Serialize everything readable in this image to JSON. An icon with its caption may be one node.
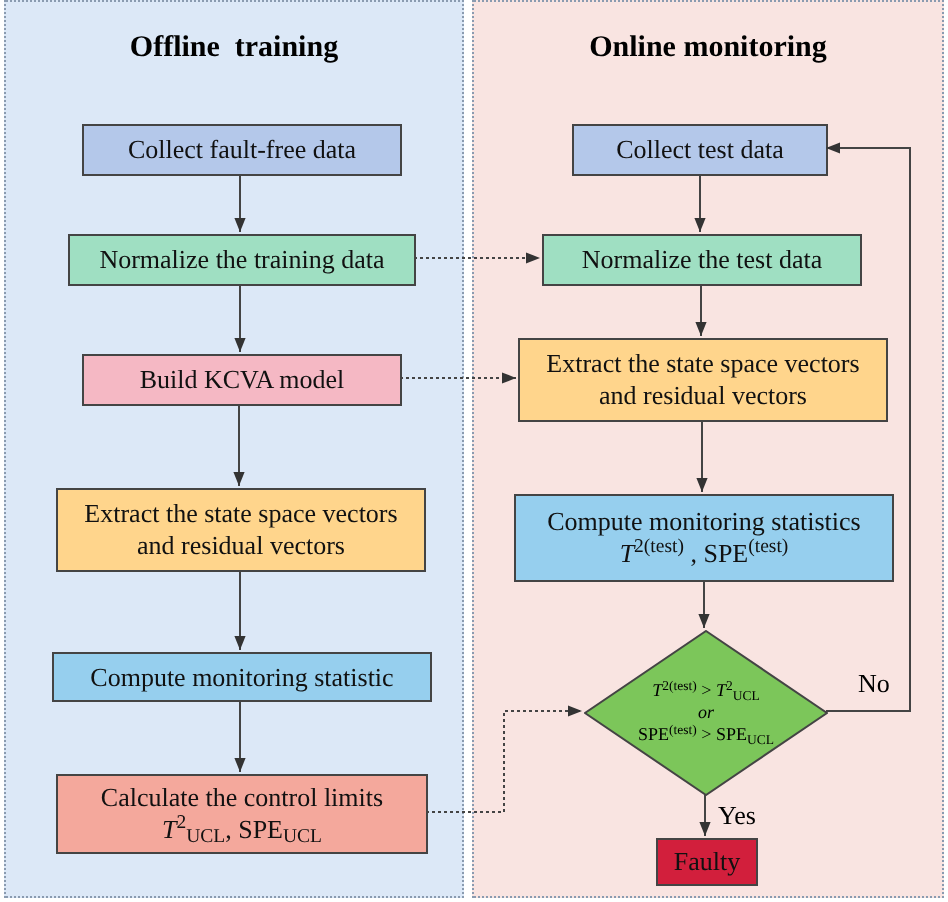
{
  "diagram": {
    "nodes": [
      {
        "text": [
          "Offline  training"
        ]
      },
      {
        "text": [
          "Online monitoring"
        ]
      },
      {
        "text": [
          "Collect fault-free data"
        ],
        "in": 0
      },
      {
        "text": [
          "Normalize the training data"
        ],
        "in": 0
      },
      {
        "text": [
          "Build KCVA model"
        ],
        "in": 0
      },
      {
        "text": [
          "Extract the state space vectors and residual vectors"
        ],
        "in": 0
      },
      {
        "text": [
          "Compute monitoring statistic"
        ],
        "in": 0
      },
      {
        "text": [
          "Calculate the control limits",
          "*T*$^{2}$$_{UCL}$, SPE$_{UCL}$"
        ],
        "in": 0
      },
      {
        "text": [
          "Collect test data"
        ],
        "in": 1
      },
      {
        "text": [
          "Normalize the test data"
        ],
        "in": 1
      },
      {
        "text": [
          "Extract the state space vectors and residual vectors"
        ],
        "in": 1
      },
      {
        "text": [
          "Compute monitoring statistics *T*$^{2(test)}$ , SPE$^{(test)}$"
        ],
        "in": 1
      },
      {
        "text": [
          "*T*$^{2(test)}$ > *T*$^{2}$$_{UCL}$",
          "or",
          "SPE$^{(test)}$ > SPE$_{UCL}$"
        ],
        "in": 1
      },
      {
        "text": [
          "Faulty"
        ],
        "in": 1
      }
    ],
    "edges": [
      {
        "from": 2,
        "to": 3,
        "arrow": "to"
      },
      {
        "from": 3,
        "to": 4,
        "arrow": "to"
      },
      {
        "from": 4,
        "to": 5,
        "arrow": "to"
      },
      {
        "from": 5,
        "to": 6,
        "arrow": "to"
      },
      {
        "from": 6,
        "to": 7,
        "arrow": "to"
      },
      {
        "from": 8,
        "to": 9,
        "arrow": "to"
      },
      {
        "from": 9,
        "to": 10,
        "arrow": "to"
      },
      {
        "from": 10,
        "to": 11,
        "arrow": "to"
      },
      {
        "from": 11,
        "to": 12,
        "arrow": "to"
      },
      {
        "from": 12,
        "to": 13,
        "arrow": "to",
        "label": "Yes"
      },
      {
        "from": 12,
        "to": 8,
        "arrow": "to",
        "label": "No"
      },
      {
        "from": 3,
        "to": 9,
        "arrow": "to",
        "style": "dashed"
      },
      {
        "from": 4,
        "to": 10,
        "arrow": "to",
        "style": "dashed"
      },
      {
        "from": 7,
        "to": 12,
        "arrow": "to",
        "style": "dashed"
      }
    ]
  }
}
